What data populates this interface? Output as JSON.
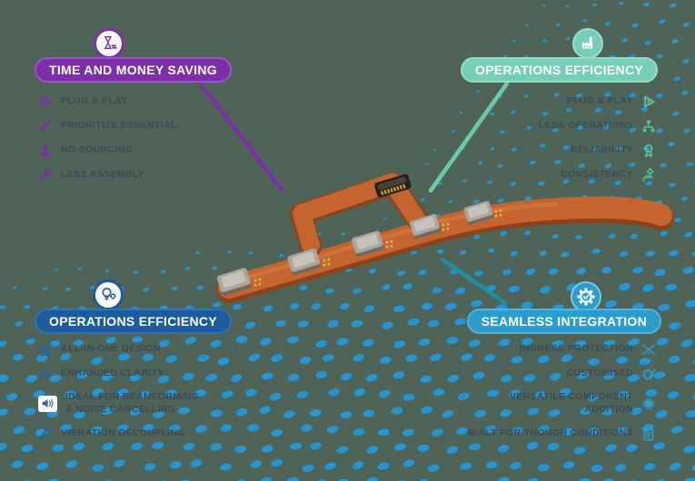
{
  "background": {
    "color": "#4F6456",
    "dot_color": "#2596D5"
  },
  "center_graphic": {
    "name": "flexible-pcb-with-microphones",
    "board_color": "#C4652F",
    "connector_color": "#26211C",
    "component_color": "#ABA79E"
  },
  "connector_lines": {
    "purple": "#7B2FA8",
    "mint": "#69CBA9",
    "teal": "#1F8FA6"
  },
  "sections": {
    "top_left": {
      "title": "TIME AND MONEY SAVING",
      "accent": "#7B2FA8",
      "badge_icon": "hourglass-money-icon",
      "items": [
        {
          "icon": "play-icon",
          "label": "PLUG & PLAY"
        },
        {
          "icon": "pen-icon",
          "label": "PRIORITIZE ESSENTIAL"
        },
        {
          "icon": "person-icon",
          "label": "NO SOURCING"
        },
        {
          "icon": "wrench-icon",
          "label": "LESS ASSEMBLY"
        }
      ]
    },
    "top_right": {
      "title": "OPERATIONS EFFICIENCY",
      "accent": "#74CFB4",
      "badge_icon": "factory-icon",
      "items": [
        {
          "icon": "play-icon",
          "label": "PLUG & PLAY"
        },
        {
          "icon": "workflow-icon",
          "label": "LESS OPERATIONS"
        },
        {
          "icon": "award-icon",
          "label": "RELIABILITY"
        },
        {
          "icon": "hand-bars-icon",
          "label": "CONSISTENCY"
        }
      ]
    },
    "bottom_left": {
      "title": "OPERATIONS EFFICIENCY",
      "accent": "#1D5C9C",
      "badge_icon": "lightbulb-icon",
      "items": [
        {
          "icon": "award-icon",
          "label": "ALL-IN-ONE DESIGN"
        },
        {
          "icon": "soundwave-icon",
          "label": "ENHANCED CLARITY"
        },
        {
          "icon": "speaker-icon",
          "label": "IDEAL FOR BEAMFORMING & NOISE CANCELLING"
        },
        {
          "icon": "spring-icon",
          "label": "VIBRATION DECOUPLING"
        }
      ]
    },
    "bottom_right": {
      "title": "SEAMLESS INTEGRATION",
      "accent": "#2B9CCE",
      "badge_icon": "gear-check-icon",
      "items": [
        {
          "icon": "branches-drop-icon",
          "label": "INGRESS PROTECTION"
        },
        {
          "icon": "palette-icon",
          "label": "CUSTOMISED"
        },
        {
          "icon": "chip-icon",
          "label": "VERSATILE COMPONENT ADDITION"
        },
        {
          "icon": "clipboard-icon",
          "label": "BUILT FOR THOUGH CONDITIONS"
        }
      ]
    }
  }
}
